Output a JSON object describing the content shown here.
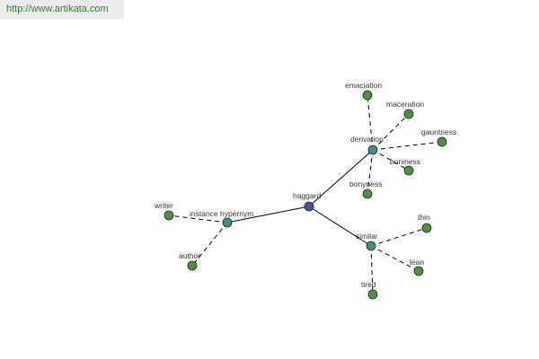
{
  "header": {
    "url_text": "http://www.artikata.com"
  },
  "colors": {
    "url_text": "#2e7d32",
    "url_background": "#ececec",
    "edge": "#000000",
    "root_node": "#4a4fa3",
    "relation_node": "#3f8f86",
    "leaf_node": "#4f8f3f"
  },
  "graph": {
    "nodes": [
      {
        "id": "haggard",
        "label": "haggard",
        "kind": "root"
      },
      {
        "id": "instance_hypernym",
        "label": "instance hypernym",
        "kind": "relation"
      },
      {
        "id": "derivation",
        "label": "derivation",
        "kind": "relation"
      },
      {
        "id": "similar",
        "label": "similar",
        "kind": "relation"
      },
      {
        "id": "writer",
        "label": "writer",
        "kind": "leaf"
      },
      {
        "id": "author",
        "label": "author",
        "kind": "leaf"
      },
      {
        "id": "emaciation",
        "label": "emaciation",
        "kind": "leaf"
      },
      {
        "id": "maceration",
        "label": "maceration",
        "kind": "leaf"
      },
      {
        "id": "gauntness",
        "label": "gauntness",
        "kind": "leaf"
      },
      {
        "id": "boniness",
        "label": "boniness",
        "kind": "leaf"
      },
      {
        "id": "bonyness",
        "label": "bonyness",
        "kind": "leaf"
      },
      {
        "id": "thin",
        "label": "thin",
        "kind": "leaf"
      },
      {
        "id": "lean",
        "label": "lean",
        "kind": "leaf"
      },
      {
        "id": "tired",
        "label": "tired",
        "kind": "leaf"
      }
    ],
    "edges": [
      {
        "from": "haggard",
        "to": "instance_hypernym",
        "style": "solid"
      },
      {
        "from": "haggard",
        "to": "derivation",
        "style": "solid"
      },
      {
        "from": "haggard",
        "to": "similar",
        "style": "solid"
      },
      {
        "from": "instance_hypernym",
        "to": "writer",
        "style": "dashed"
      },
      {
        "from": "instance_hypernym",
        "to": "author",
        "style": "dashed"
      },
      {
        "from": "derivation",
        "to": "emaciation",
        "style": "dashed"
      },
      {
        "from": "derivation",
        "to": "maceration",
        "style": "dashed"
      },
      {
        "from": "derivation",
        "to": "gauntness",
        "style": "dashed"
      },
      {
        "from": "derivation",
        "to": "boniness",
        "style": "dashed"
      },
      {
        "from": "derivation",
        "to": "bonyness",
        "style": "dashed"
      },
      {
        "from": "similar",
        "to": "thin",
        "style": "dashed"
      },
      {
        "from": "similar",
        "to": "lean",
        "style": "dashed"
      },
      {
        "from": "similar",
        "to": "tired",
        "style": "dashed"
      }
    ]
  }
}
